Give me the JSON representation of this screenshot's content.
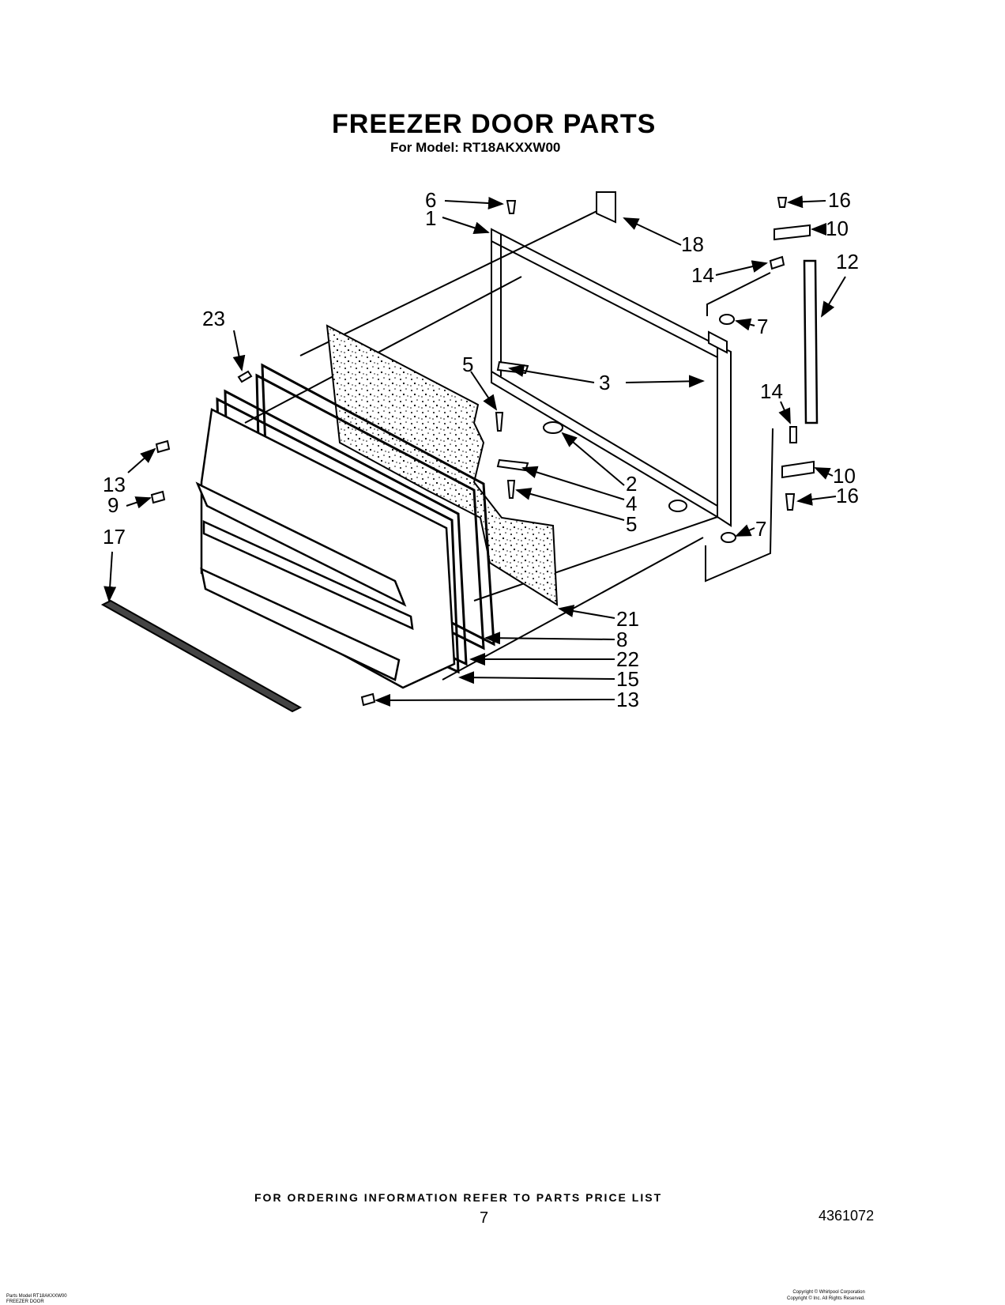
{
  "header": {
    "title": "FREEZER DOOR PARTS",
    "model_line": "For Model: RT18AKXXW00"
  },
  "callouts": [
    "6",
    "1",
    "18",
    "16",
    "10",
    "14",
    "12",
    "23",
    "7",
    "5",
    "3",
    "14",
    "13",
    "2",
    "10",
    "4",
    "16",
    "9",
    "5",
    "7",
    "17",
    "21",
    "8",
    "22",
    "15",
    "13"
  ],
  "footer": {
    "ordering_note": "FOR ORDERING INFORMATION REFER TO PARTS PRICE LIST",
    "page_number": "7",
    "document_number": "4361072",
    "small_left_line1": "Parts Model RT18AKXXW00",
    "small_left_line2": "FREEZER DOOR",
    "small_right_line1": "Copyright © Whirlpool Corporation",
    "small_right_line2": "Copyright © Inc. All Rights Reserved."
  }
}
